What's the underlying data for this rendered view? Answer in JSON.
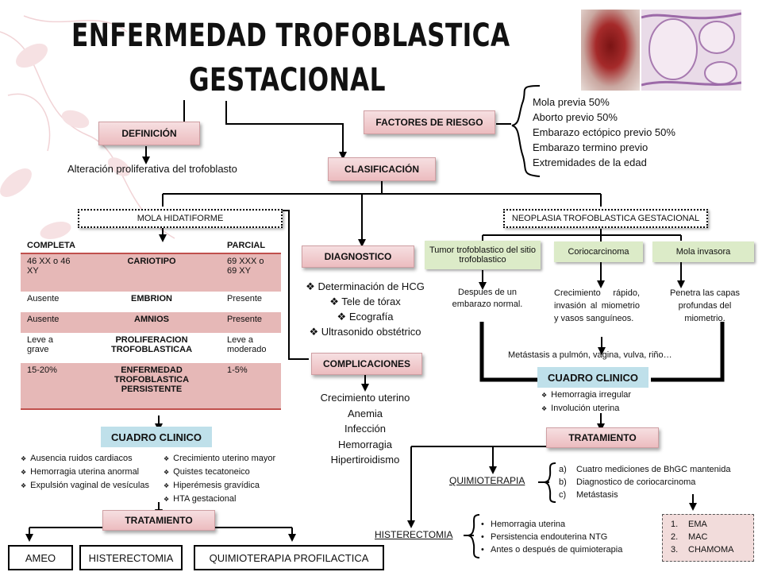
{
  "title": {
    "line1": "ENFERMEDAD TROFOBLASTICA",
    "line2": "GESTACIONAL"
  },
  "definicion": {
    "label": "DEFINICIÓN",
    "text": "Alteración proliferativa del trofoblasto"
  },
  "factores": {
    "label": "FACTORES DE RIESGO",
    "items": [
      "Mola previa 50%",
      "Aborto previo 50%",
      "Embarazo ectópico previo 50%",
      "Embarazo termino previo",
      "Extremidades de la edad"
    ]
  },
  "clasificacion": {
    "label": "CLASIFICACIÓN"
  },
  "mola": {
    "label": "MOLA HIDATIFORME",
    "table": {
      "header": [
        "COMPLETA",
        "",
        "PARCIAL"
      ],
      "rows": [
        [
          "46 XX o 46 XY",
          "CARIOTIPO",
          "69 XXX o 69 XY"
        ],
        [
          "Ausente",
          "EMBRION",
          "Presente"
        ],
        [
          "Ausente",
          "AMNIOS",
          "Presente"
        ],
        [
          "Leve a grave",
          "PROLIFERACION TROFOBLASTICAA",
          "Leve a moderado"
        ],
        [
          "15-20%",
          "ENFERMEDAD TROFOBLASTICA PERSISTENTE",
          "1-5%"
        ]
      ]
    },
    "cuadro_label": "CUADRO CLINICO",
    "cuadro_left": [
      "Ausencia ruidos cardiacos",
      "Hemorragia uterina anormal",
      "Expulsión vaginal de vesículas"
    ],
    "cuadro_right": [
      "Crecimiento uterino mayor",
      "Quistes tecatoneico",
      "Hiperémesis gravídica",
      "HTA gestacional"
    ],
    "tratamiento_label": "TRATAMIENTO",
    "tratamientos": [
      "AMEO",
      "HISTERECTOMIA",
      "QUIMIOTERAPIA PROFILACTICA"
    ]
  },
  "diagnostico": {
    "label": "DIAGNOSTICO",
    "items": [
      "Determinación de HCG",
      "Tele de tórax",
      "Ecografía",
      "Ultrasonido obstétrico"
    ]
  },
  "complicaciones": {
    "label": "COMPLICACIONES",
    "items": [
      "Crecimiento uterino",
      "Anemia",
      "Infección",
      "Hemorragia",
      "Hipertiroidismo"
    ]
  },
  "neoplasia": {
    "label": "NEOPLASIA TROFOBLASTICA GESTACIONAL",
    "types": [
      {
        "name": "Tumor trofoblastico del sitio trofoblastico",
        "desc": "Despues de un embarazo normal."
      },
      {
        "name": "Coriocarcinoma",
        "desc": "Crecimiento rápido, invasión al miometrio y vasos sanguíneos."
      },
      {
        "name": "Mola invasora",
        "desc": "Penetra las capas profundas del miometrio."
      }
    ],
    "metastasis": "Metástasis a pulmón, vagina, vulva, riño…",
    "cuadro_label": "CUADRO CLINICO",
    "cuadro_items": [
      "Hemorragia irregular",
      "Involución uterina"
    ],
    "tratamiento_label": "TRATAMIENTO",
    "quimio": {
      "label": "QUIMIOTERAPIA",
      "items": [
        {
          "marker": "a)",
          "text": "Cuatro mediciones de BhGC mantenida"
        },
        {
          "marker": "b)",
          "text": "Diagnostico de coriocarcinoma"
        },
        {
          "marker": "c)",
          "text": "Metástasis"
        }
      ],
      "regimens": [
        "EMA",
        "MAC",
        "CHAMOMA"
      ]
    },
    "histerectomia": {
      "label": "HISTERECTOMIA",
      "items": [
        "Hemorragia  uterina",
        "Persistencia endouterina NTG",
        "Antes o después de quimioterapia"
      ]
    }
  },
  "colors": {
    "pink_box": "#ecbcbf",
    "blue_box": "#bfe0ea",
    "green_box": "#dcebc8",
    "table_accent": "#c0504d",
    "regimen_box": "#f2dcdb"
  }
}
